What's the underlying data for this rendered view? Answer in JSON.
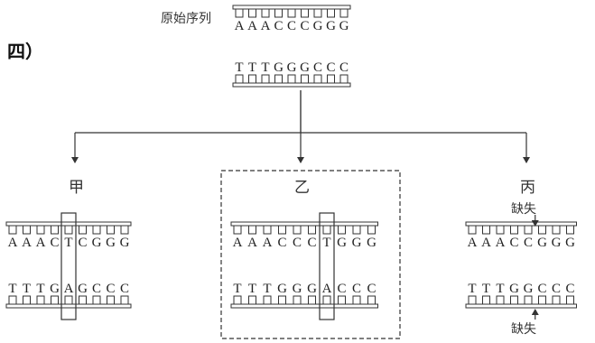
{
  "fragment": "四）",
  "original": {
    "label": "原始序列",
    "top": "AAACCCGGG",
    "bottom": "TTTGGGCCC"
  },
  "variants": [
    {
      "name": "甲",
      "top": "AAACTCGGG",
      "bottom": "TTTGAGCCC",
      "highlight_index": 4,
      "dashed_frame": false,
      "deletion": false
    },
    {
      "name": "乙",
      "top": "AAACCCTGGG",
      "bottom": "TTTGGGACCC",
      "highlight_index": 6,
      "dashed_frame": true,
      "deletion": false
    },
    {
      "name": "丙",
      "top": "AAACCGGG",
      "bottom": "TTTGGCCC",
      "highlight_index": null,
      "dashed_frame": false,
      "deletion": true,
      "deletion_top_label": "缺失",
      "deletion_bottom_label": "缺失"
    }
  ]
}
